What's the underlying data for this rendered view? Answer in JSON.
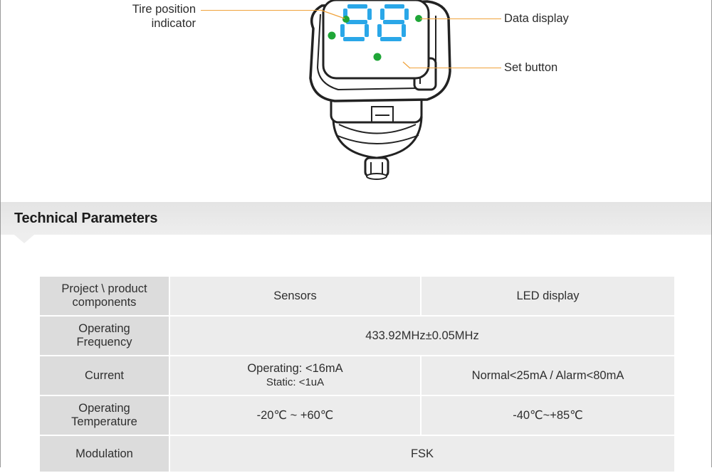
{
  "callouts": {
    "tire_position_line1": "Tire position",
    "tire_position_line2": "indicator",
    "data_display": "Data display",
    "set_button": "Set button"
  },
  "device": {
    "display_digits": "88",
    "display_color": "#2aa7e8",
    "indicator_color": "#1fa637"
  },
  "section": {
    "title": "Technical Parameters"
  },
  "table": {
    "header": {
      "label_line1": "Project \\ product",
      "label_line2": "components",
      "col1": "Sensors",
      "col2": "LED display"
    },
    "rows": [
      {
        "label_line1": "Operating",
        "label_line2": "Frequency",
        "value": "433.92MHz±0.05MHz"
      },
      {
        "label": "Current",
        "value1_line1": "Operating: <16mA",
        "value1_line2": "Static: <1uA",
        "value2": "Normal<25mA / Alarm<80mA"
      },
      {
        "label_line1": "Operating",
        "label_line2": "Temperature",
        "value1": "-20℃ ~ +60℃",
        "value2": "-40℃~+85℃"
      },
      {
        "label": "Modulation",
        "value": "FSK"
      }
    ]
  },
  "colors": {
    "callout_line": "#f0a23a",
    "header_band": "#e6e6e6",
    "label_cell": "#dcdcdc",
    "value_cell": "#ececec"
  }
}
